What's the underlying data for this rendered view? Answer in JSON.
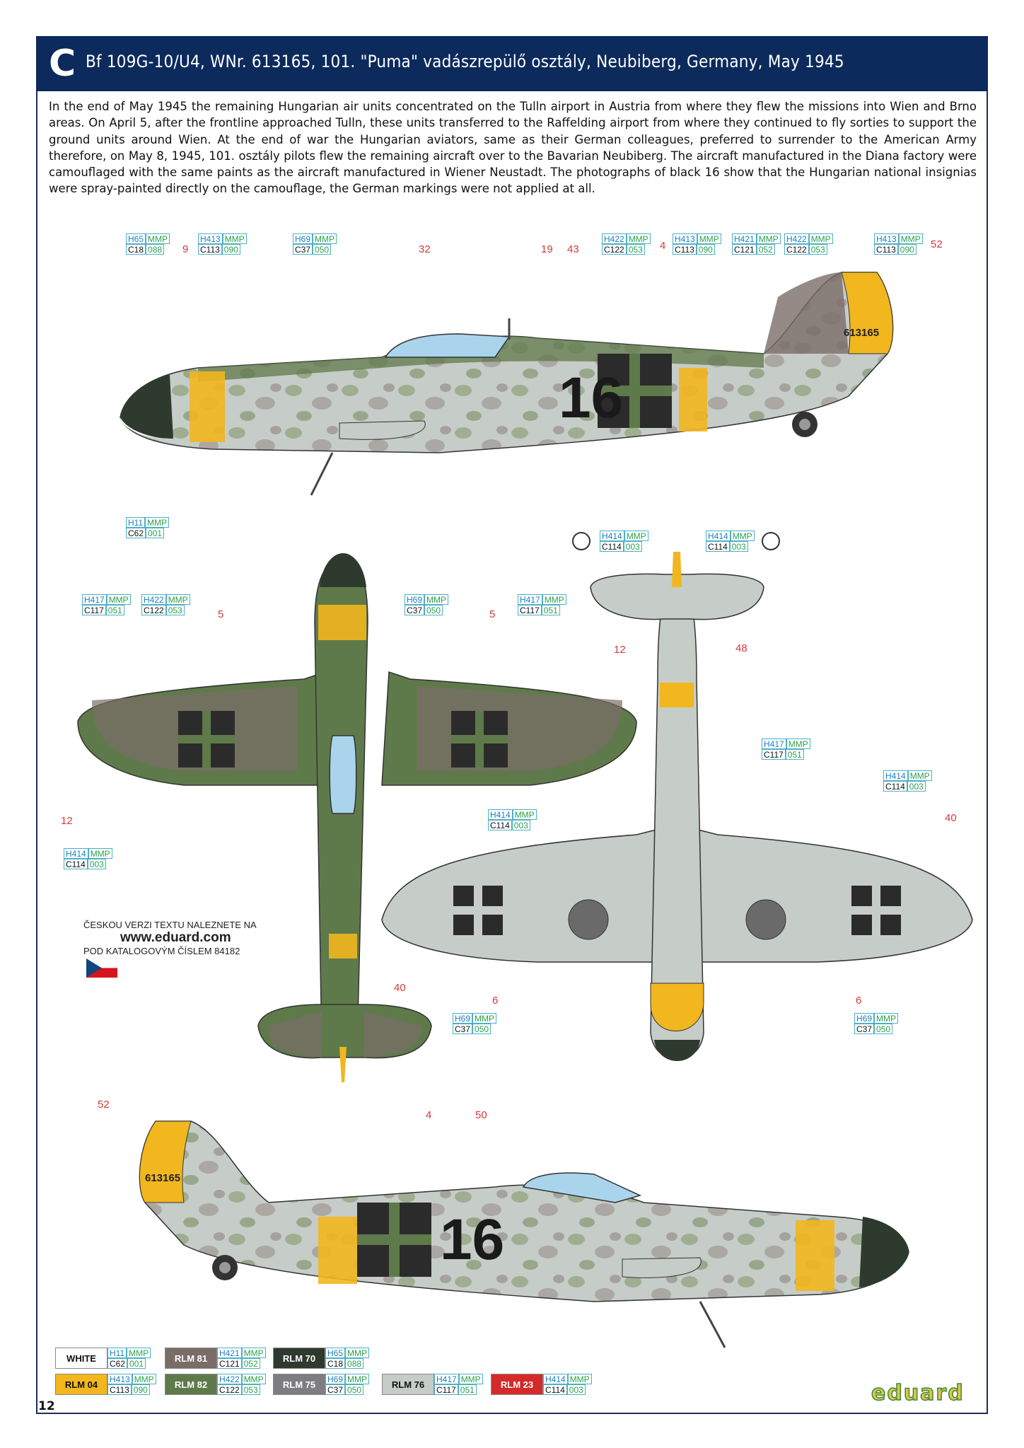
{
  "header": {
    "letter": "C",
    "title": "Bf 109G-10/U4, WNr. 613165, 101. \"Puma\" vadászrepülő osztály, Neubiberg, Germany, May 1945"
  },
  "description": "In the end of May 1945 the remaining Hungarian air units concentrated on the Tulln airport in Austria from where they flew the missions into Wien and Brno areas. On April 5, after the frontline approached Tulln, these units transferred to the Raffelding airport from where they continued to fly sorties to support the ground units around Wien. At the end of war the Hungarian aviators, same as their German colleagues, preferred to surrender to the American Army therefore, on May 8, 1945, 101. osztály pilots flew the remaining aircraft over to the Bavarian Neubiberg. The aircraft manufactured in the Diana factory were camouflaged with the same paints as the aircraft manufactured in Wiener Neustadt. The photographs of black 16 show that the Hungarian national insignias were spray-painted directly on the camouflage, the German markings were not applied at all.",
  "czech_note": {
    "line1": "ČESKOU VERZI TEXTU NALEZNETE NA",
    "line2": "www.eduard.com",
    "line3": "POD KATALOGOVÝM ČÍSLEM 84182"
  },
  "aircraft_number": "16",
  "werknummer_tail": "613165",
  "page_number": "12",
  "logo": "eduard",
  "callouts": [
    {
      "h": "H65",
      "c": "C18",
      "n": "088"
    },
    {
      "h": "H413",
      "c": "C113",
      "n": "090"
    },
    {
      "h": "H69",
      "c": "C37",
      "n": "050"
    },
    {
      "h": "H422",
      "c": "C122",
      "n": "053"
    },
    {
      "h": "H413",
      "c": "C113",
      "n": "090"
    },
    {
      "h": "H421",
      "c": "C121",
      "n": "052"
    },
    {
      "h": "H422",
      "c": "C122",
      "n": "053"
    },
    {
      "h": "H413",
      "c": "C113",
      "n": "090"
    },
    {
      "h": "H11",
      "c": "C62",
      "n": "001"
    },
    {
      "h": "H414",
      "c": "C114",
      "n": "003"
    },
    {
      "h": "H414",
      "c": "C114",
      "n": "003"
    },
    {
      "h": "H417",
      "c": "C117",
      "n": "051"
    },
    {
      "h": "H422",
      "c": "C122",
      "n": "053"
    },
    {
      "h": "H69",
      "c": "C37",
      "n": "050"
    },
    {
      "h": "H417",
      "c": "C117",
      "n": "051"
    },
    {
      "h": "H417",
      "c": "C117",
      "n": "051"
    },
    {
      "h": "H414",
      "c": "C114",
      "n": "003"
    },
    {
      "h": "H414",
      "c": "C114",
      "n": "003"
    },
    {
      "h": "H414",
      "c": "C114",
      "n": "003"
    },
    {
      "h": "H69",
      "c": "C37",
      "n": "050"
    },
    {
      "h": "H69",
      "c": "C37",
      "n": "050"
    }
  ],
  "mmp": "MMP",
  "stencil_numbers": [
    "9",
    "32",
    "19",
    "43",
    "4",
    "52",
    "5",
    "5",
    "12",
    "48",
    "12",
    "40",
    "40",
    "6",
    "6",
    "52",
    "4",
    "50"
  ],
  "legend": [
    {
      "name": "WHITE",
      "bg": "#ffffff",
      "fg": "#111111",
      "h": "H11",
      "c": "C62",
      "n": "001"
    },
    {
      "name": "RLM 81",
      "bg": "#7a6d68",
      "fg": "#ffffff",
      "h": "H421",
      "c": "C121",
      "n": "052"
    },
    {
      "name": "RLM 70",
      "bg": "#2e3a2e",
      "fg": "#ffffff",
      "h": "H65",
      "c": "C18",
      "n": "088"
    },
    {
      "name": "RLM 04",
      "bg": "#f2b61e",
      "fg": "#111111",
      "h": "H413",
      "c": "C113",
      "n": "090"
    },
    {
      "name": "RLM 82",
      "bg": "#5f7a4a",
      "fg": "#ffffff",
      "h": "H422",
      "c": "C122",
      "n": "053"
    },
    {
      "name": "RLM 75",
      "bg": "#7d7d82",
      "fg": "#ffffff",
      "h": "H69",
      "c": "C37",
      "n": "050"
    },
    {
      "name": "RLM 76",
      "bg": "#c6ccc8",
      "fg": "#111111",
      "h": "H417",
      "c": "C117",
      "n": "051"
    },
    {
      "name": "RLM 23",
      "bg": "#d42a2a",
      "fg": "#ffffff",
      "h": "H414",
      "c": "C114",
      "n": "003"
    }
  ],
  "colors": {
    "header_bg": "#0c2a5c",
    "rlm76": "#c6ccc8",
    "rlm81": "#7a6d68",
    "rlm82": "#5f7a4a",
    "rlm75": "#7d7d82",
    "rlm70": "#2e3a2e",
    "rlm04": "#f2b61e",
    "rlm23": "#d42a2a",
    "stencil_red": "#d63a3a"
  }
}
